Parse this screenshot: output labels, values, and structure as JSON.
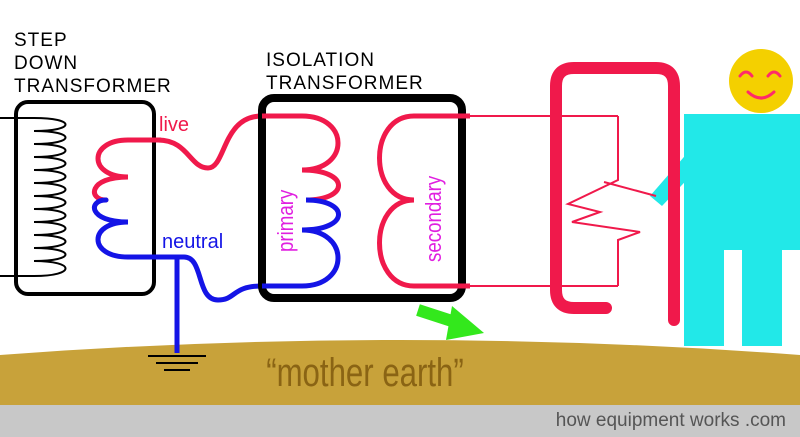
{
  "labels": {
    "step_down_line1": "STEP",
    "step_down_line2": "DOWN",
    "step_down_line3": "TRANSFORMER",
    "isolation_line1": "ISOLATION",
    "isolation_line2": "TRANSFORMER",
    "live": "live",
    "neutral": "neutral",
    "primary": "primary",
    "secondary": "secondary",
    "ground": "“mother earth”",
    "footer": "how equipment works .com"
  },
  "colors": {
    "live": "#f0194b",
    "neutral": "#1414e6",
    "coil_label": "#e020e0",
    "person": "#22e8e8",
    "face": "#f4d000",
    "ground": "#c8a23a",
    "ground_text": "#8a6414",
    "arrow": "#33e81c",
    "footer_bar": "#c8c8c8",
    "footer_text": "#555555"
  },
  "icons": {
    "face": "smiley-face-icon",
    "earth": "ground-symbol-icon",
    "arrow": "green-arrow-icon"
  }
}
